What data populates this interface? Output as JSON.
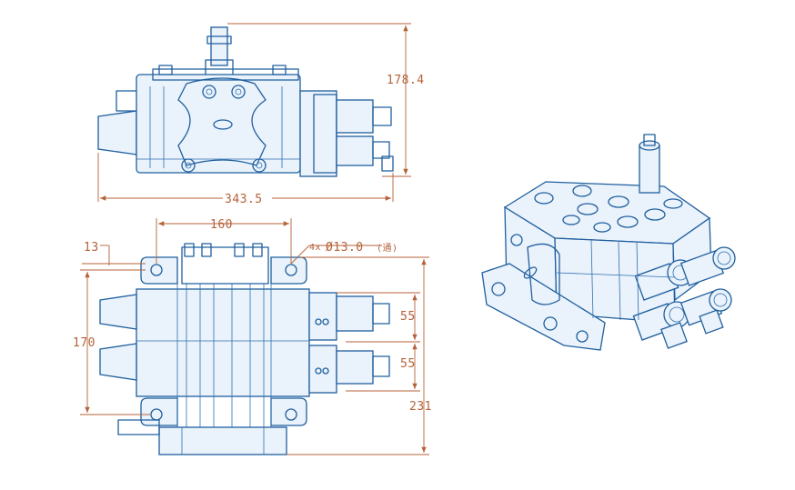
{
  "colors": {
    "part": "#1f5f9e",
    "dimension": "#b5623a",
    "background": "#ffffff"
  },
  "dimensions": {
    "height_side": "178.4",
    "length_side": "343.5",
    "width_top": "160",
    "offset_top": "13",
    "hole_note_prefix": "4x",
    "hole_note": "Ø13.0",
    "hole_note_suffix": "(通)",
    "section_pitch_1": "55",
    "section_pitch_2": "55",
    "body_height": "170",
    "overall_height": "231"
  },
  "views": [
    "side-view",
    "top-view",
    "isometric-view"
  ]
}
